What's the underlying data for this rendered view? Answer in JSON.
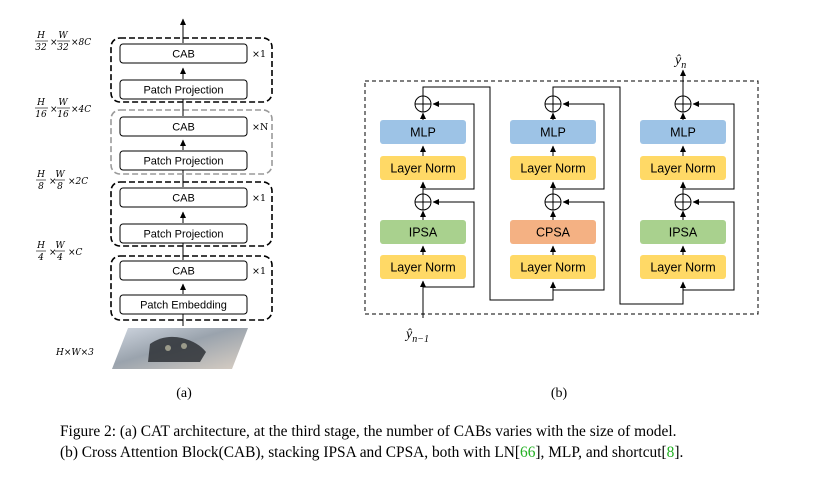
{
  "panel_a": {
    "stages": [
      {
        "block": "CAB",
        "proj": "Patch Embedding",
        "mult": "×1",
        "dim": [
          "H",
          "4",
          "W",
          "4",
          "×C"
        ]
      },
      {
        "block": "CAB",
        "proj": "Patch Projection",
        "mult": "×1",
        "dim": [
          "H",
          "8",
          "W",
          "8",
          "×2C"
        ]
      },
      {
        "block": "CAB",
        "proj": "Patch Projection",
        "mult": "×N",
        "dim": [
          "H",
          "16",
          "W",
          "16",
          "×4C"
        ]
      },
      {
        "block": "CAB",
        "proj": "Patch Projection",
        "mult": "×1",
        "dim": [
          "H",
          "32",
          "W",
          "32",
          "×8C"
        ]
      }
    ],
    "input_label": "H×W×3",
    "sub_label": "(a)"
  },
  "panel_b": {
    "columns": [
      {
        "mlp": "MLP",
        "norm_top": "Layer Norm",
        "attn": "IPSA",
        "norm_bottom": "Layer Norm",
        "attn_color": "#a9d18e"
      },
      {
        "mlp": "MLP",
        "norm_top": "Layer Norm",
        "attn": "CPSA",
        "norm_bottom": "Layer Norm",
        "attn_color": "#f4b183"
      },
      {
        "mlp": "MLP",
        "norm_top": "Layer Norm",
        "attn": "IPSA",
        "norm_bottom": "Layer Norm",
        "attn_color": "#a9d18e"
      }
    ],
    "output_label": "ŷ",
    "output_sub": "n",
    "input_label": "ŷ",
    "input_sub": "n−1",
    "sub_label": "(b)",
    "colors": {
      "mlp": "#9dc3e6",
      "norm": "#ffd966"
    }
  },
  "caption": {
    "line1": "Figure 2: (a) CAT architecture, at the third stage, the number of CABs varies with the size of model.",
    "line2_a": "(b) Cross Attention Block(CAB), stacking IPSA and CPSA, both with LN[",
    "ref1": "66",
    "line2_b": "], MLP, and shortcut[",
    "ref2": "8",
    "line2_c": "]."
  }
}
